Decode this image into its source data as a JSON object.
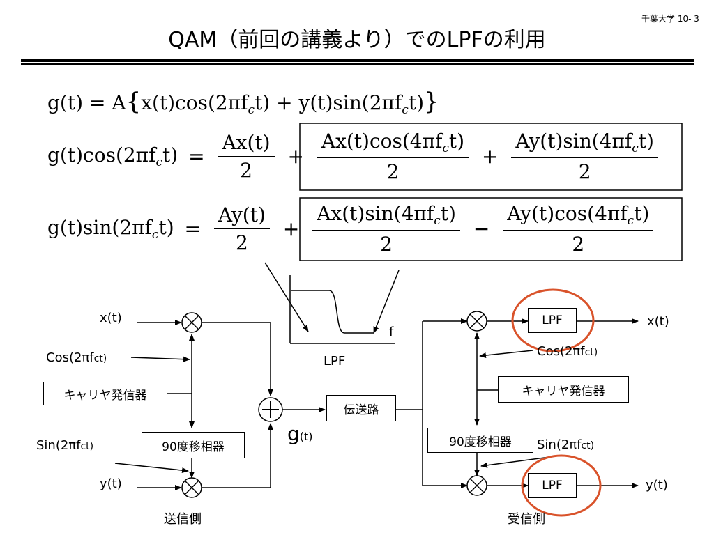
{
  "page_number": "千葉大学 10- 3",
  "title": "QAM（前回の講義より）でのLPFの利用",
  "equations": {
    "eq1": {
      "lhs": "g(t)",
      "rhs_a": "A",
      "rhs_x": "x(t)",
      "rhs_cos": "cos(2πf",
      "sub": "c",
      "rhs_t": "t)",
      "plus": "+",
      "rhs_y": "y(t)",
      "rhs_sin": "sin(2πf",
      "rhs_t2": "t)"
    },
    "eq2": {
      "lhs_g": "g(t)",
      "lhs_cos": "cos(2πf",
      "sub": "c",
      "lhs_t": "t)",
      "eq": "=",
      "num1": "Ax(t)",
      "den1": "2",
      "plus1": "+",
      "num2_a": "Ax(t)cos(4πf",
      "num2_b": "t)",
      "den2": "2",
      "plus2": "+",
      "num3_a": "Ay(t)sin(4πf",
      "num3_b": "t)",
      "den3": "2"
    },
    "eq3": {
      "lhs_g": "g(t)",
      "lhs_sin": "sin(2πf",
      "sub": "c",
      "lhs_t": "t)",
      "eq": "=",
      "num1": "Ay(t)",
      "den1": "2",
      "plus1": "+",
      "num2_a": "Ax(t)sin(4πf",
      "num2_b": "t)",
      "den2": "2",
      "minus": "−",
      "num3_a": "Ay(t)cos(4πf",
      "num3_b": "t)",
      "den3": "2"
    }
  },
  "filter_plot": {
    "axis_label": "f",
    "caption": "LPF"
  },
  "transmitter": {
    "x_input": "x(t)",
    "cos_main": "Cos(2πf",
    "cos_sub": "ct)",
    "carrier": "キャリヤ発信器",
    "phase_shifter": "90度移相器",
    "sin_main": "Sin(2πf",
    "sin_sub": "ct)",
    "y_input": "y(t)",
    "caption": "送信側"
  },
  "channel": {
    "adder": "+",
    "g_main": "g",
    "g_sub": "(t)",
    "block": "伝送路"
  },
  "receiver": {
    "lpf_top": "LPF",
    "x_output": "x(t)",
    "cos_main": "Cos(2πf",
    "cos_sub": "ct)",
    "carrier": "キャリヤ発信器",
    "phase_shifter": "90度移相器",
    "sin_main": "Sin(2πf",
    "sin_sub": "ct)",
    "lpf_bottom": "LPF",
    "y_output": "y(t)",
    "caption": "受信側"
  },
  "colors": {
    "highlight_circle": "#d9532b",
    "line": "#000000"
  }
}
